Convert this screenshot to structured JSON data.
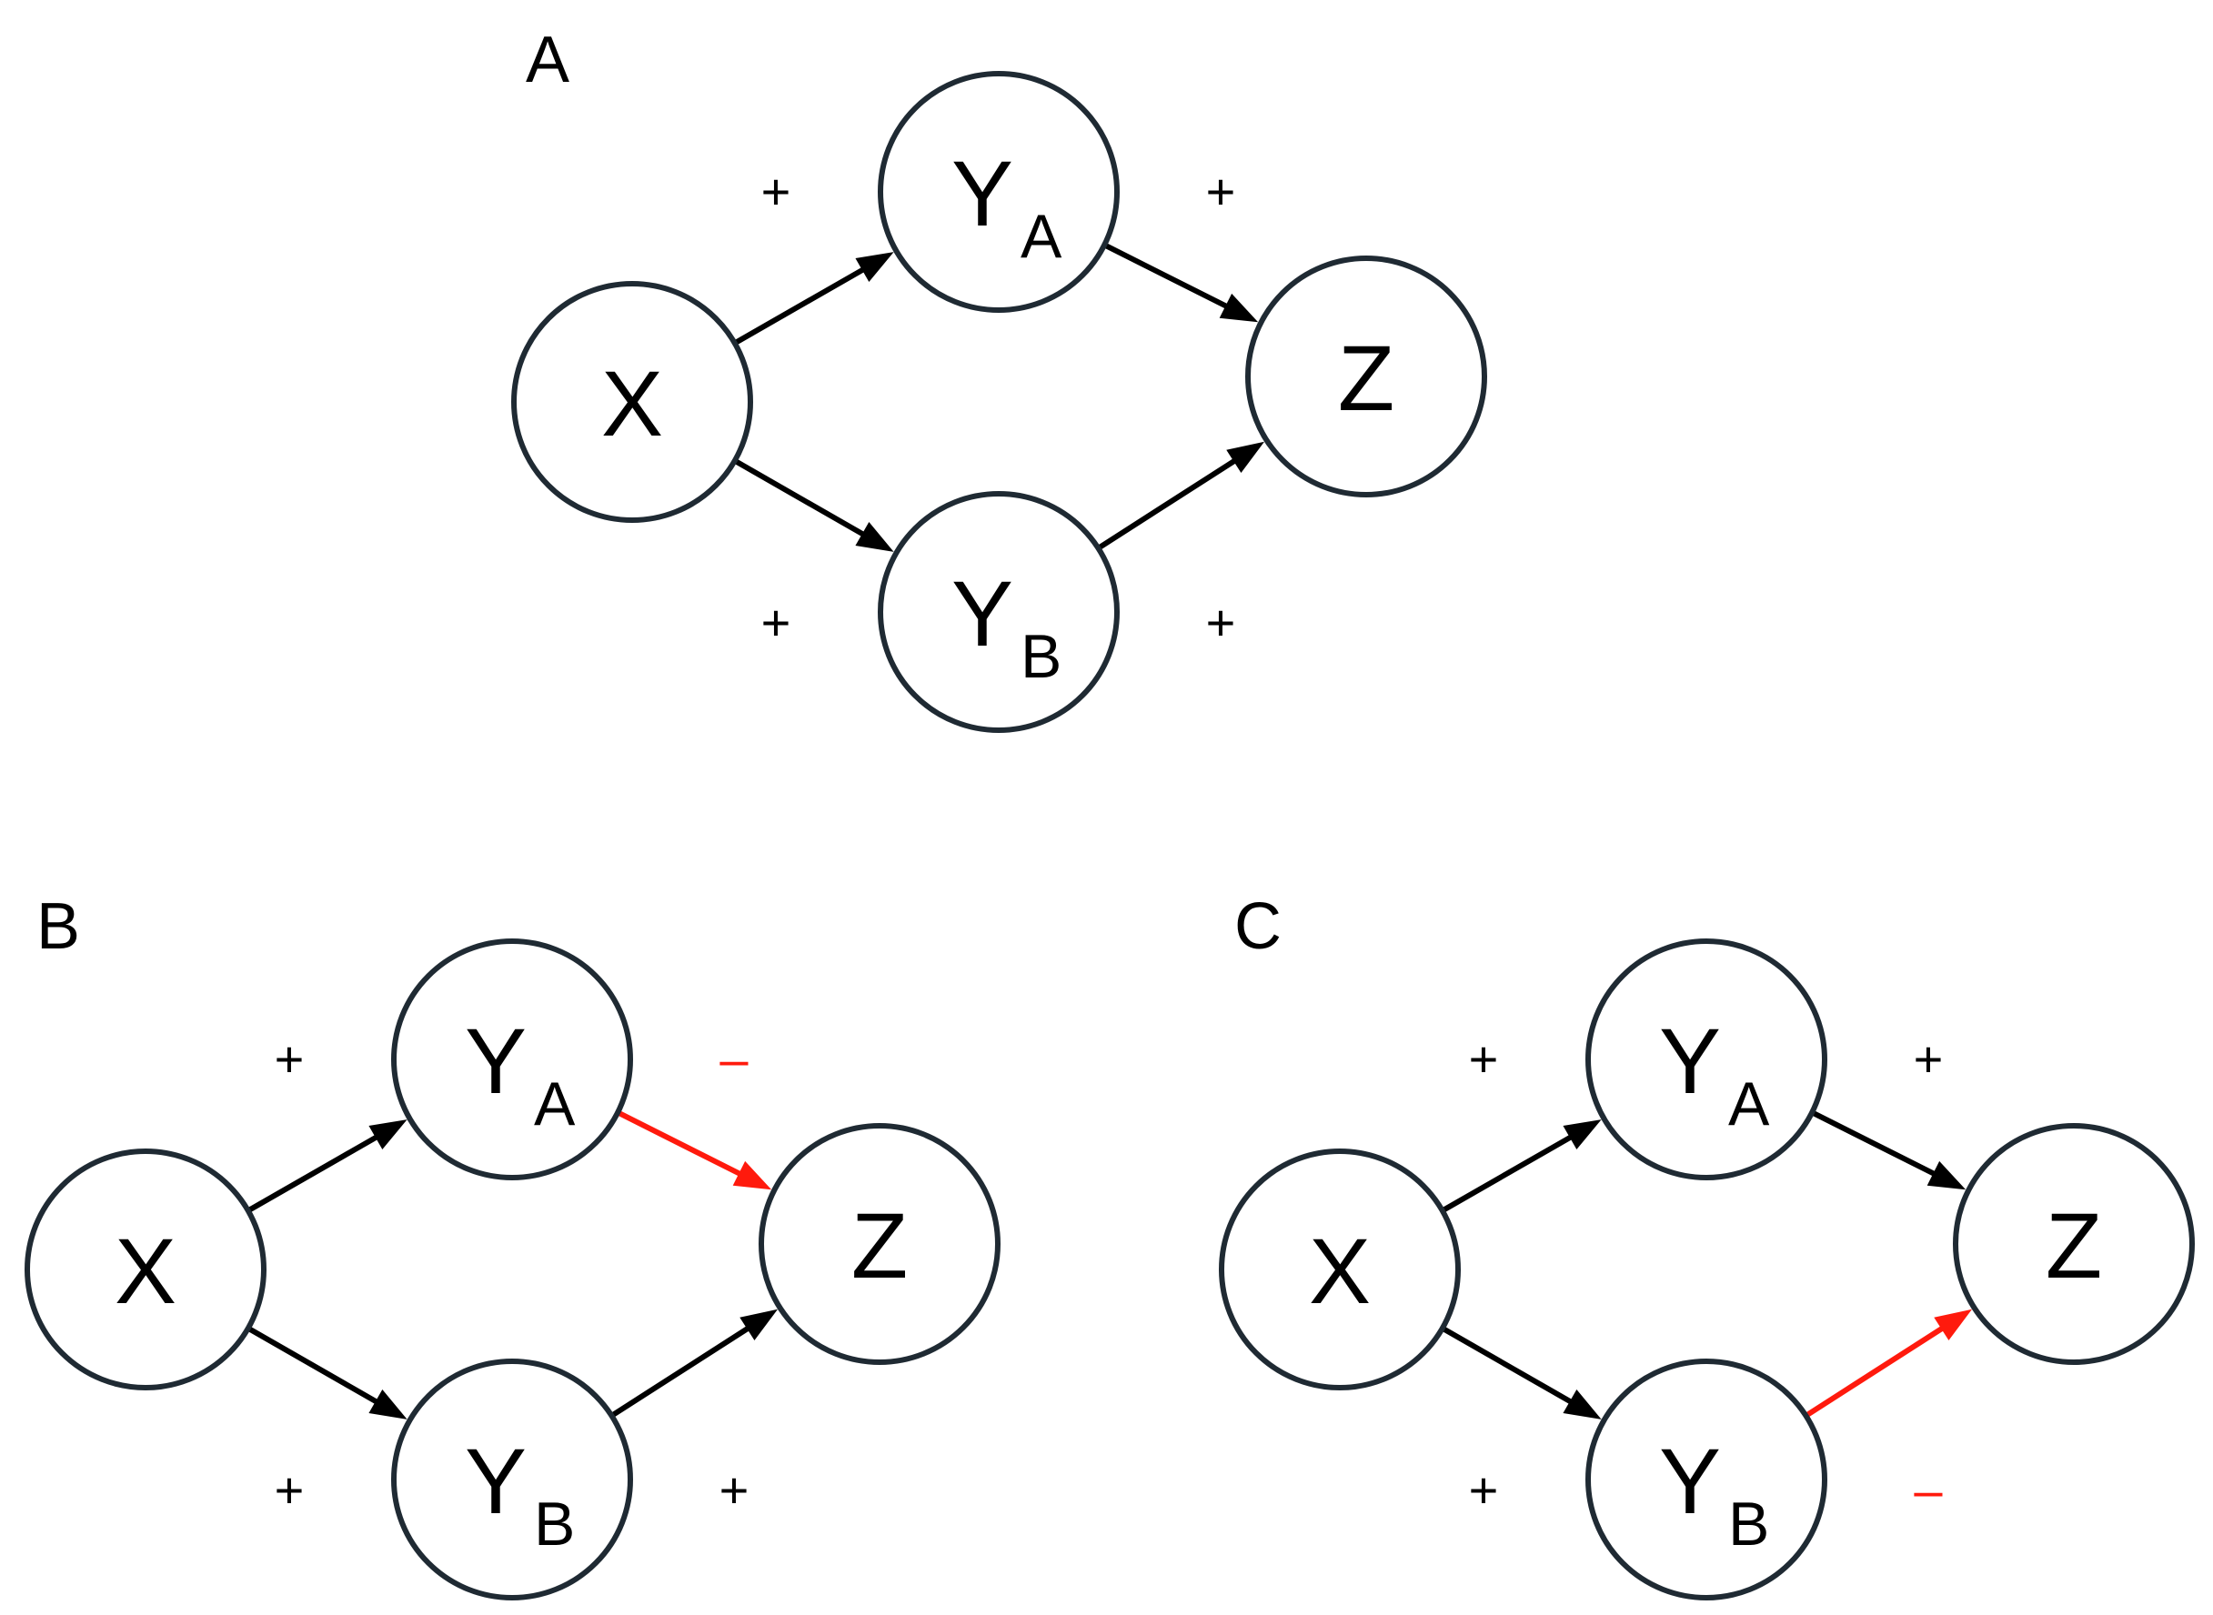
{
  "colors": {
    "positive": "#000000",
    "negative": "#ff1a0d",
    "node_stroke": "#1f2a33"
  },
  "panels": [
    {
      "label": "A",
      "nodes": {
        "x": {
          "main": "X",
          "sub": ""
        },
        "ya": {
          "main": "Y",
          "sub": "A"
        },
        "yb": {
          "main": "Y",
          "sub": "B"
        },
        "z": {
          "main": "Z",
          "sub": ""
        }
      },
      "edges": {
        "x_ya": {
          "from": "X",
          "to": "YA",
          "sign": "+",
          "color": "#000000"
        },
        "x_yb": {
          "from": "X",
          "to": "YB",
          "sign": "+",
          "color": "#000000"
        },
        "ya_z": {
          "from": "YA",
          "to": "Z",
          "sign": "+",
          "color": "#000000"
        },
        "yb_z": {
          "from": "YB",
          "to": "Z",
          "sign": "+",
          "color": "#000000"
        }
      }
    },
    {
      "label": "B",
      "nodes": {
        "x": {
          "main": "X",
          "sub": ""
        },
        "ya": {
          "main": "Y",
          "sub": "A"
        },
        "yb": {
          "main": "Y",
          "sub": "B"
        },
        "z": {
          "main": "Z",
          "sub": ""
        }
      },
      "edges": {
        "x_ya": {
          "from": "X",
          "to": "YA",
          "sign": "+",
          "color": "#000000"
        },
        "x_yb": {
          "from": "X",
          "to": "YB",
          "sign": "+",
          "color": "#000000"
        },
        "ya_z": {
          "from": "YA",
          "to": "Z",
          "sign": "–",
          "color": "#ff1a0d"
        },
        "yb_z": {
          "from": "YB",
          "to": "Z",
          "sign": "+",
          "color": "#000000"
        }
      }
    },
    {
      "label": "C",
      "nodes": {
        "x": {
          "main": "X",
          "sub": ""
        },
        "ya": {
          "main": "Y",
          "sub": "A"
        },
        "yb": {
          "main": "Y",
          "sub": "B"
        },
        "z": {
          "main": "Z",
          "sub": ""
        }
      },
      "edges": {
        "x_ya": {
          "from": "X",
          "to": "YA",
          "sign": "+",
          "color": "#000000"
        },
        "x_yb": {
          "from": "X",
          "to": "YB",
          "sign": "+",
          "color": "#000000"
        },
        "ya_z": {
          "from": "YA",
          "to": "Z",
          "sign": "+",
          "color": "#000000"
        },
        "yb_z": {
          "from": "YB",
          "to": "Z",
          "sign": "–",
          "color": "#ff1a0d"
        }
      }
    }
  ]
}
